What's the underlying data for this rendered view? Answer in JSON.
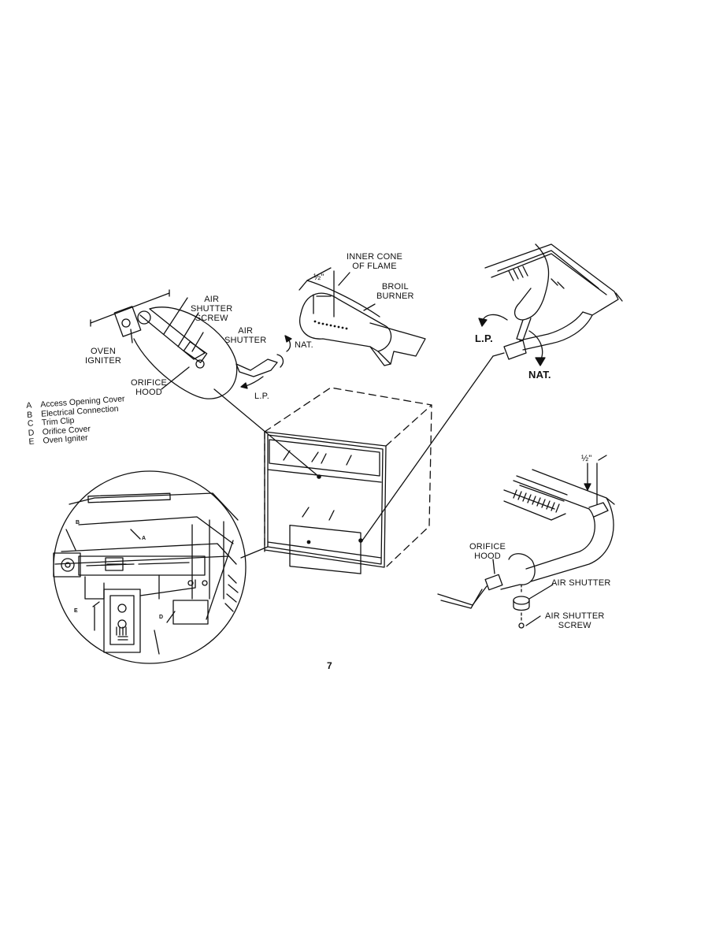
{
  "labels": {
    "air_shutter_screw_left": "AIR\nSHUTTER\nSCREW",
    "air_shutter_left": "AIR\nSHUTTER",
    "oven_igniter": "OVEN\nIGNITER",
    "orifice_hood_left": "ORIFICE\nHOOD",
    "nat_small": "NAT.",
    "lp_small": "L.P.",
    "inner_cone": "INNER CONE\nOF FLAME",
    "half_inch_top": "½\"",
    "broil_burner": "BROIL\nBURNER",
    "lp_bold": "L.P.",
    "nat_bold": "NAT.",
    "half_inch_right": "½\"",
    "orifice_hood_right": "ORIFICE\nHOOD",
    "air_shutter_right": "AIR SHUTTER",
    "air_shutter_screw_right": "AIR SHUTTER\nSCREW"
  },
  "callout_letters": {
    "a": "A",
    "b": "B",
    "d": "D",
    "e": "E"
  },
  "legend": [
    {
      "key": "A",
      "text": "Access Opening Cover"
    },
    {
      "key": "B",
      "text": "Electrical Connection"
    },
    {
      "key": "C",
      "text": "Trim Clip"
    },
    {
      "key": "D",
      "text": "Orifice Cover"
    },
    {
      "key": "E",
      "text": "Oven Igniter"
    }
  ],
  "page_number": "7"
}
